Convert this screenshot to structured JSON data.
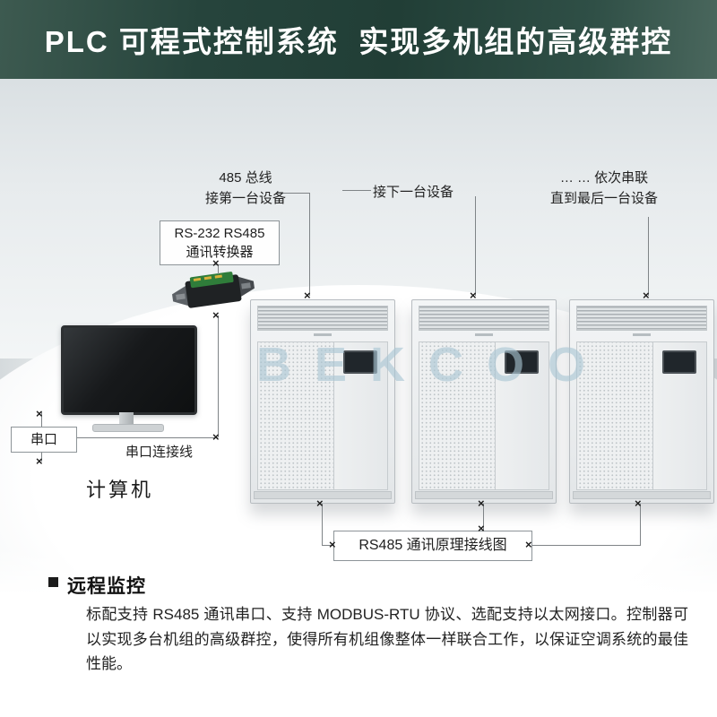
{
  "header": {
    "title": "PLC 可程式控制系统  实现多机组的高级群控",
    "background_color": "#26443c",
    "text_color": "#ffffff"
  },
  "brand": {
    "watermark": "BEKCOO",
    "watermark_color": "#a9c6d4"
  },
  "diagram": {
    "bus_label_line1": "485 总线",
    "bus_label_line2": "接第一台设备",
    "next_device_label": "接下一台设备",
    "chain_label_line1": "… … 依次串联",
    "chain_label_line2": "直到最后一台设备",
    "converter_label_line1": "RS-232 RS485",
    "converter_label_line2": "通讯转换器",
    "serial_port_label": "串口",
    "serial_cable_label": "串口连接线",
    "computer_label": "计算机",
    "wiring_box_label": "RS485 通讯原理接线图"
  },
  "icons": {
    "connection_marker": "×"
  },
  "footer": {
    "heading": "远程监控",
    "body": "标配支持 RS485 通讯串口、支持 MODBUS-RTU 协议、选配支持以太网接口。控制器可以实现多台机组的高级群控，使得所有机组像整体一样联合工作，以保证空调系统的最佳性能。"
  }
}
